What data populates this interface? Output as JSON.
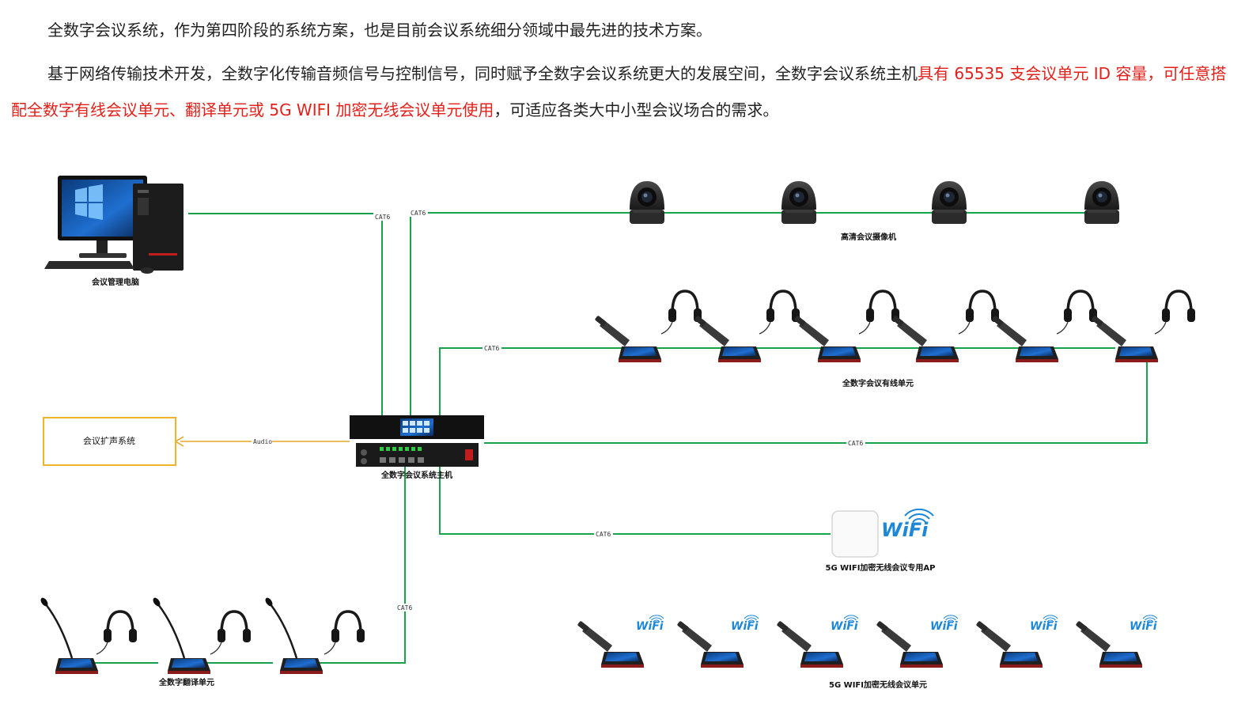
{
  "intro": {
    "p1": "全数字会议系统，作为第四阶段的系统方案，也是目前会议系统细分领域中最先进的技术方案。",
    "p2_a": "基于网络传输技术开发，全数字化传输音频信号与控制信号，同时赋予全数字会议系统更大的发展空间，全数字会议系统主机",
    "p2_highlight": "具有 65535 支会议单元 ID 容量，可任意搭配全数字有线会议单元、翻译单元或 5G WIFI 加密无线会议单元使用",
    "p2_b": "，可适应各类大中小型会议场合的需求。"
  },
  "labels": {
    "pc": "会议管理电脑",
    "cameras": "高清会议摄像机",
    "wired_units": "全数字会议有线单元",
    "pa_system": "会议扩声系统",
    "host": "全数字会议系统主机",
    "ap": "5G WIFI加密无线会议专用AP",
    "translation_units": "全数字翻译单元",
    "wireless_units": "5G WIFI加密无线会议单元"
  },
  "links": {
    "pc": "CAT6",
    "cameras": "CAT6",
    "wired": "CAT6",
    "audio": "Audio",
    "host_right": "CAT6",
    "ap": "CAT6",
    "translation": "CAT6"
  },
  "wifi_text": "WiFi",
  "colors": {
    "wire": "#17a34a",
    "highlight": "#e3211b",
    "pa_border": "#f0b429",
    "wifi": "#1e88d6"
  }
}
